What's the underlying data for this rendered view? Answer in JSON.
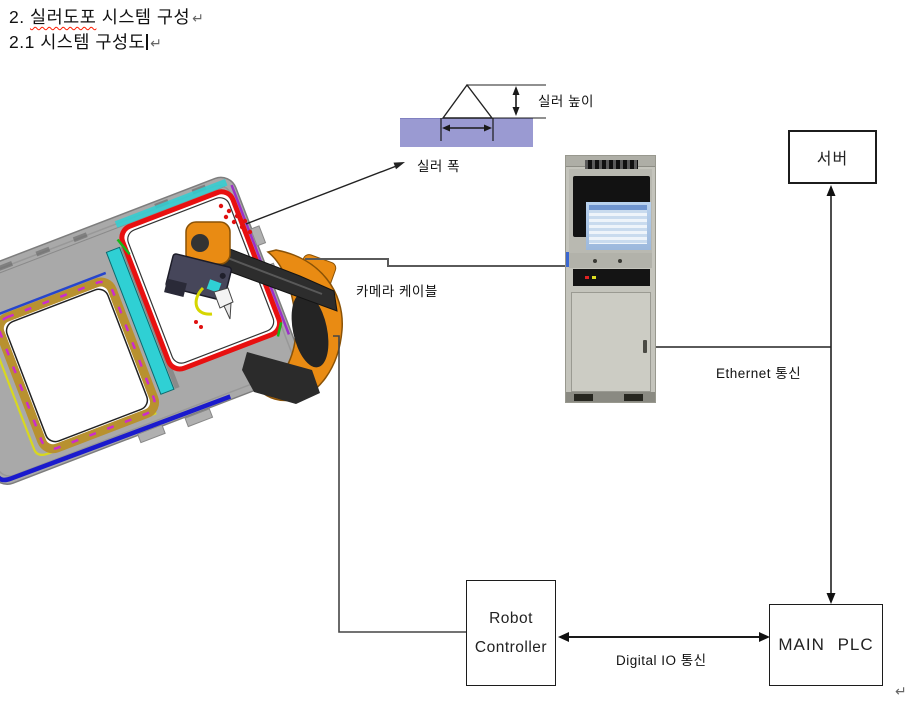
{
  "document": {
    "heading_line1": {
      "prefix": "2. ",
      "underlined": "실러도포",
      "suffix": " 시스템 구성"
    },
    "heading_line2": "2.1 시스템 구성도",
    "paragraph_mark": "↵"
  },
  "sealer_diagram": {
    "height_label": "실러 높이",
    "width_label": "실러 폭"
  },
  "nodes": {
    "server_label": "서버",
    "robot_controller_line1": "Robot",
    "robot_controller_line2": "Controller",
    "main_plc_label": "MAIN PLC"
  },
  "links": {
    "camera_cable_label": "카메라 케이블",
    "ethernet_label": "Ethernet 통신",
    "digital_io_label": "Digital IO 통신"
  },
  "colors": {
    "sealer_bead": "#9a9ad2",
    "robot_orange": "#e98b13",
    "seam_red": "#e81010",
    "seam_cyan": "#2fd0d4",
    "seam_tan": "#b8912f",
    "seam_magenta": "#cc2ccc",
    "seam_blue": "#2746cc",
    "seam_yellow": "#d8d820",
    "seam_purple": "#9b30c8",
    "seam_green": "#18b818",
    "spellcheck_underline": "#ff1a00"
  }
}
